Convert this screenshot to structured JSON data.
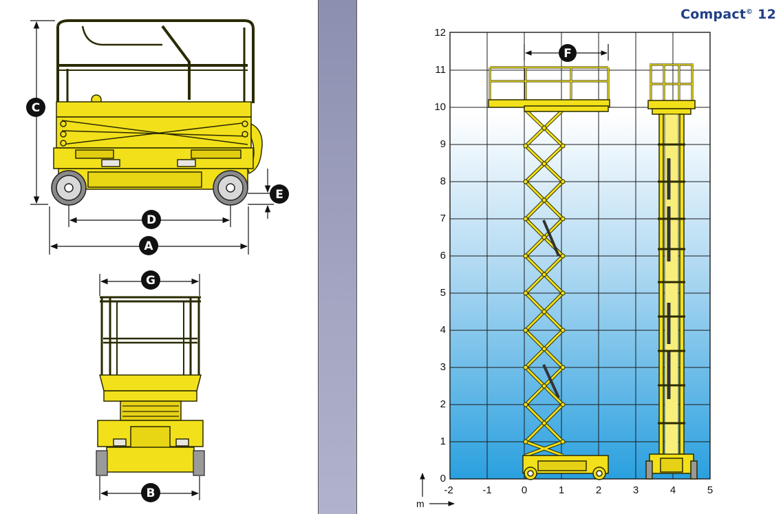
{
  "header": {
    "title": "Compact",
    "title_mark": "©",
    "title_number": "12"
  },
  "dimension_labels": {
    "a": "A",
    "b": "B",
    "c": "C",
    "d": "D",
    "e": "E",
    "f": "F",
    "g": "G"
  },
  "grid": {
    "unit_label": "m",
    "x_ticks": [
      "-2",
      "-1",
      "0",
      "1",
      "2",
      "3",
      "4",
      "5"
    ],
    "y_ticks": [
      "0",
      "1",
      "2",
      "3",
      "4",
      "5",
      "6",
      "7",
      "8",
      "9",
      "10",
      "11",
      "12"
    ]
  },
  "colors": {
    "machine": "#f2e01b",
    "outline": "#2a2a00",
    "brand_text": "#1f3f86",
    "divider": "#9a9cbc",
    "grid_sky_top": "#ffffff",
    "grid_sky_bottom": "#2aa0df"
  }
}
